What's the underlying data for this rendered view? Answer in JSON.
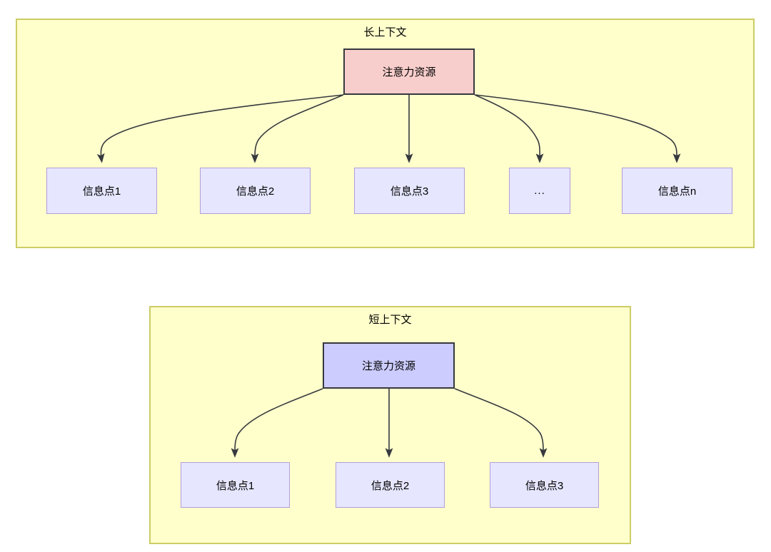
{
  "diagram": {
    "type": "flowchart",
    "title_long": "长上下文",
    "title_short": "短上下文",
    "colors": {
      "container_fill": "#ffffcc",
      "container_border": "#cccc66",
      "attention_long_fill": "#f8cecc",
      "attention_short_fill": "#ccccff",
      "node_dark_border": "#36393d",
      "info_fill": "#e6e6ff",
      "info_border": "#b39ddb",
      "edge_stroke": "#36393d"
    },
    "long_context": {
      "title": "长上下文",
      "root": {
        "label": "注意力资源"
      },
      "children": [
        {
          "label": "信息点1"
        },
        {
          "label": "信息点2"
        },
        {
          "label": "信息点3"
        },
        {
          "label": "..."
        },
        {
          "label": "信息点n"
        }
      ]
    },
    "short_context": {
      "title": "短上下文",
      "root": {
        "label": "注意力资源"
      },
      "children": [
        {
          "label": "信息点1"
        },
        {
          "label": "信息点2"
        },
        {
          "label": "信息点3"
        }
      ]
    }
  }
}
